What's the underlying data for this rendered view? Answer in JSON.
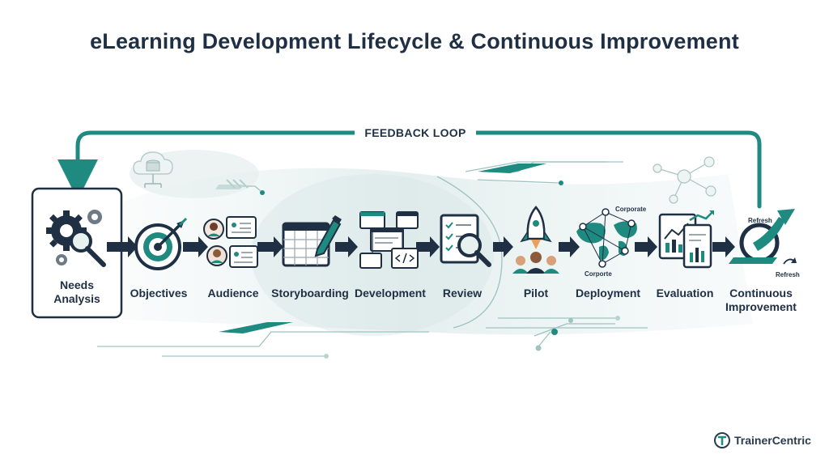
{
  "title": "eLearning Development Lifecycle & Continuous Improvement",
  "feedback_loop_label": "FEEDBACK LOOP",
  "stages": [
    {
      "line1": "Needs",
      "line2": "Analysis"
    },
    {
      "line1": "Objectives",
      "line2": ""
    },
    {
      "line1": "Audience",
      "line2": ""
    },
    {
      "line1": "Storyboarding",
      "line2": ""
    },
    {
      "line1": "Development",
      "line2": ""
    },
    {
      "line1": "Review",
      "line2": ""
    },
    {
      "line1": "Pilot",
      "line2": ""
    },
    {
      "line1": "Deployment",
      "line2": ""
    },
    {
      "line1": "Evaluation",
      "line2": ""
    },
    {
      "line1": "Continuous",
      "line2": "Improvement"
    }
  ],
  "deployment_tags": {
    "top": "Corporate",
    "bottom": "Corporte"
  },
  "improvement_tags": {
    "first": "Refresh",
    "second": "Refresh"
  },
  "brand": {
    "name": "TrainerCentric"
  },
  "colors": {
    "teal": "#1e8a80",
    "navy": "#1f2f44",
    "dark_teal": "#1a5a5a"
  },
  "icons": [
    "gears-magnifier-icon",
    "target-arrow-icon",
    "audience-profiles-icon",
    "storyboard-pencil-icon",
    "development-screens-icon",
    "review-checklist-icon",
    "rocket-team-icon",
    "world-map-network-icon",
    "evaluation-charts-icon",
    "improvement-cycle-icon",
    "cloud-database-icon"
  ]
}
